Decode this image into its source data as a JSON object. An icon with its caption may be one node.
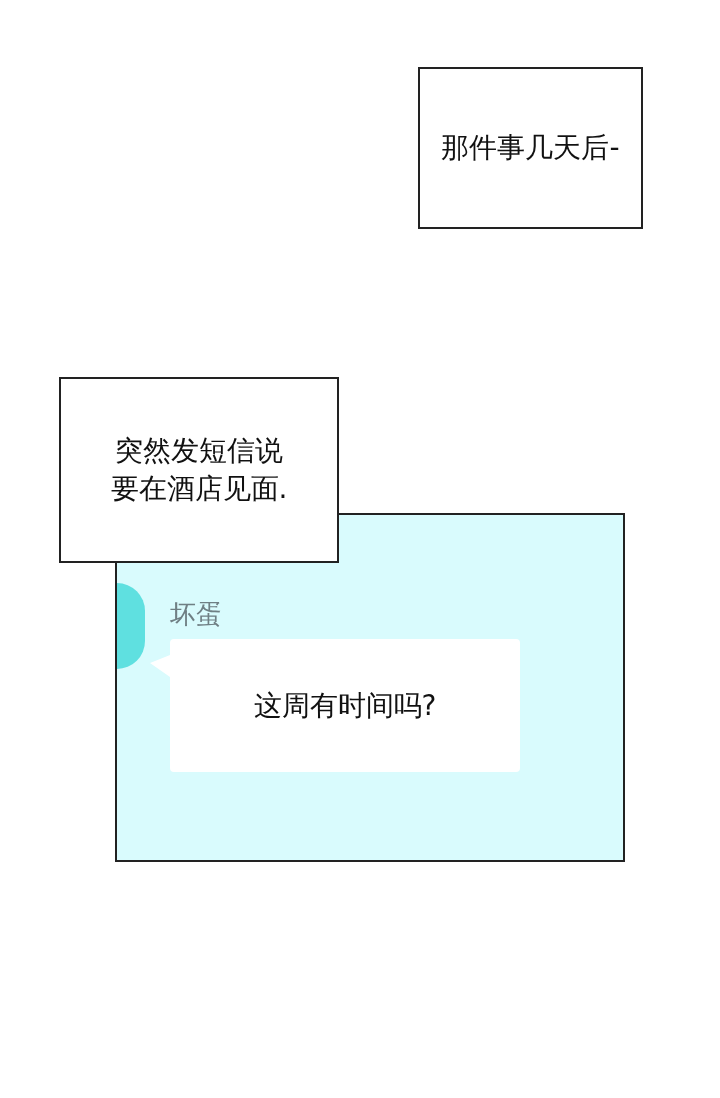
{
  "diagram": {
    "nodes": [
      {
        "text": [
          "那件事几天后-"
        ]
      },
      {
        "text": [
          "突然发短信说要在酒店见面."
        ]
      },
      {
        "text": [
          "坏蛋"
        ]
      },
      {
        "text": [],
        "shape": "circle",
        "in": 2
      },
      {
        "text": [
          "这周有时间吗?"
        ],
        "in": 2
      }
    ]
  }
}
